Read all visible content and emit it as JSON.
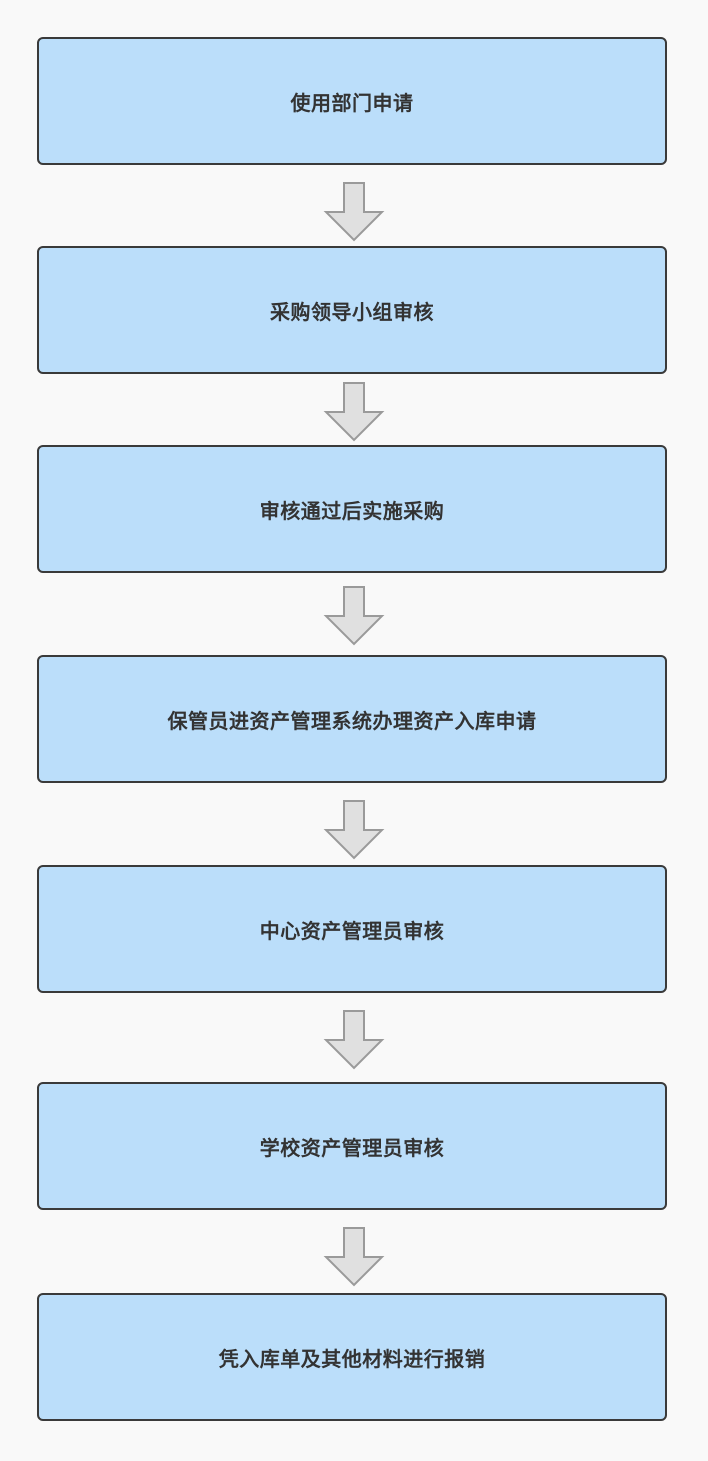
{
  "flowchart": {
    "steps": [
      {
        "label": "使用部门申请"
      },
      {
        "label": "采购领导小组审核"
      },
      {
        "label": "审核通过后实施采购"
      },
      {
        "label": "保管员进资产管理系统办理资产入库申请"
      },
      {
        "label": "中心资产管理员审核"
      },
      {
        "label": "学校资产管理员审核"
      },
      {
        "label": "凭入库单及其他材料进行报销"
      }
    ]
  },
  "colors": {
    "background": "#f9f9f9",
    "box_fill": "#bbdefa",
    "box_border": "#3a3a3a",
    "text": "#333333",
    "arrow_fill": "#e0e0e0",
    "arrow_stroke": "#9a9a9a"
  },
  "icons": {
    "connector": "down-arrow-icon"
  }
}
